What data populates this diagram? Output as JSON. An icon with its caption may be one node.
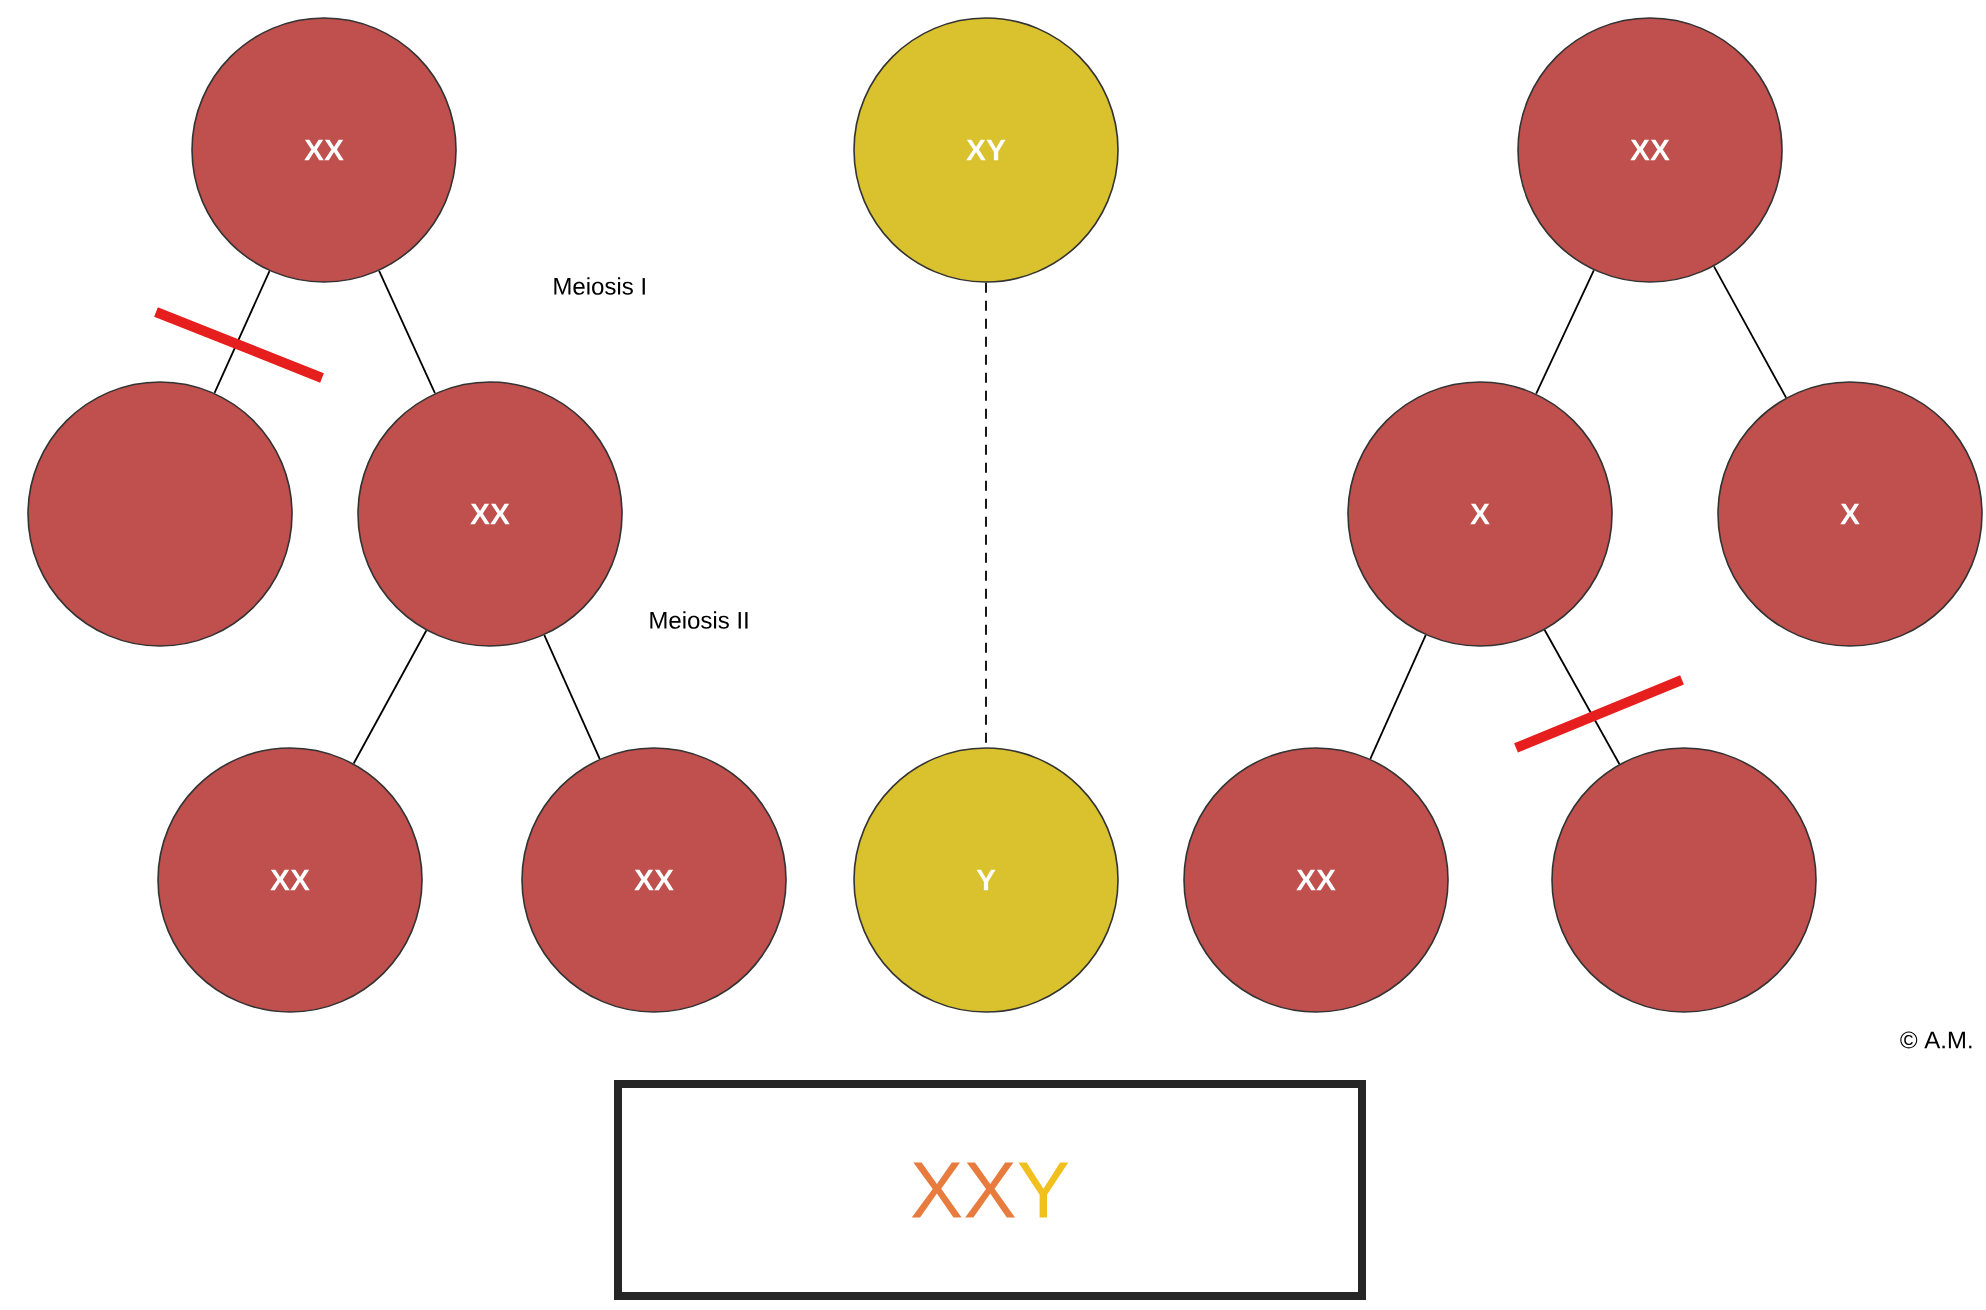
{
  "diagram": {
    "nodes": [
      {
        "text": [
          "XX"
        ]
      },
      {
        "text": [
          "XY"
        ]
      },
      {
        "text": [
          "XX"
        ]
      },
      {
        "text": [],
        "shape": "circle"
      },
      {
        "text": [
          "XX"
        ]
      },
      {
        "text": [
          "X"
        ]
      },
      {
        "text": [
          "X"
        ]
      },
      {
        "text": [
          "XX"
        ]
      },
      {
        "text": [
          "XX"
        ]
      },
      {
        "text": [
          "Y"
        ]
      },
      {
        "text": [
          "XX"
        ]
      },
      {
        "text": [],
        "shape": "circle"
      },
      {
        "text": [
          "XX",
          "Y"
        ]
      }
    ],
    "edges": [
      {
        "from": 0,
        "to": 3,
        "arrow": "none"
      },
      {
        "from": 0,
        "to": 4,
        "arrow": "none"
      },
      {
        "from": 4,
        "to": 7,
        "arrow": "none"
      },
      {
        "from": 4,
        "to": 8,
        "arrow": "none"
      },
      {
        "from": 1,
        "to": 9,
        "arrow": "none",
        "style": "dashed"
      },
      {
        "from": 2,
        "to": 5,
        "arrow": "none"
      },
      {
        "from": 2,
        "to": 6,
        "arrow": "none"
      },
      {
        "from": 5,
        "to": 10,
        "arrow": "none"
      },
      {
        "from": 5,
        "to": 11,
        "arrow": "none"
      }
    ],
    "labels": [
      "Meiosis I",
      "Meiosis II",
      "© A.M."
    ]
  }
}
